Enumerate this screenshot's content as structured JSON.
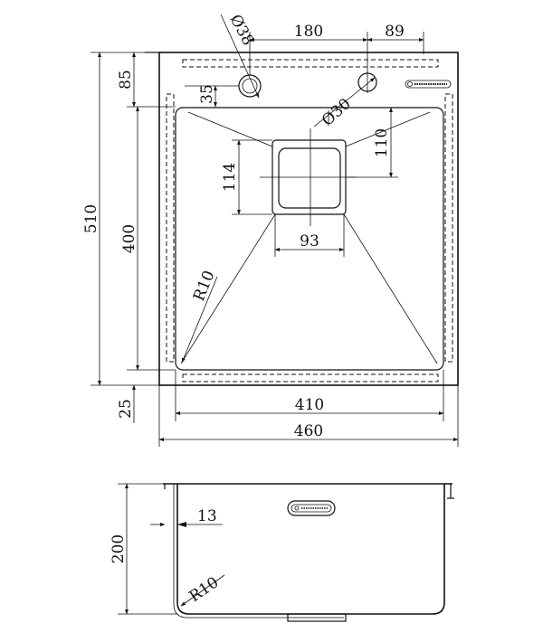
{
  "top_view": {
    "dims": {
      "tap_hole_dia": "Ø38",
      "tap_spacing": "180",
      "tap_edge_offset": "89",
      "front_deck": "85",
      "hole_from_edge": "35",
      "drain_hole_dia": "Ø30",
      "overall_depth": "510",
      "bowl_depth": "400",
      "drain_slope": "110",
      "drain_height": "114",
      "drain_width": "93",
      "corner_radius": "R10",
      "back_deck": "25",
      "bowl_width": "410",
      "overall_width": "460"
    },
    "logo_label": "logo-mark"
  },
  "side_view": {
    "dims": {
      "flange": "13",
      "height": "200",
      "corner_radius": "R10"
    }
  }
}
